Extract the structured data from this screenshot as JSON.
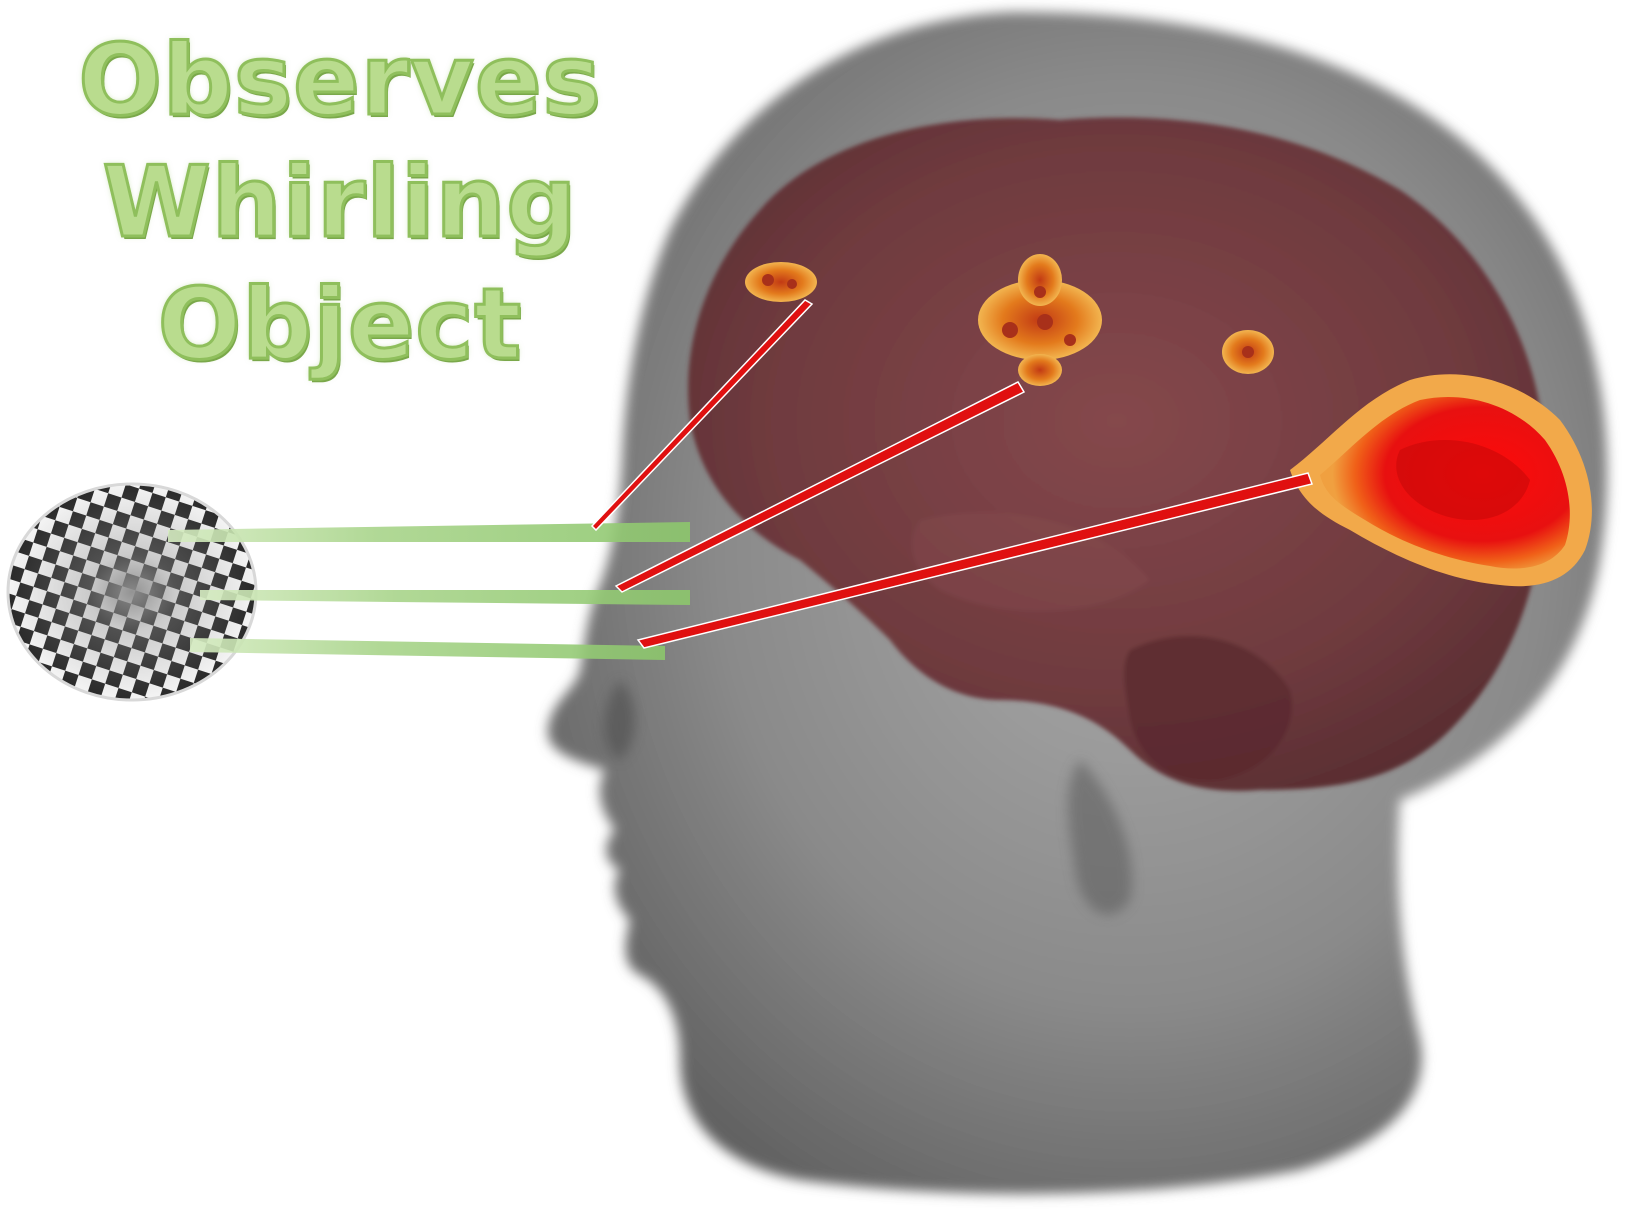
{
  "title_lines": [
    "Observes",
    "Whirling",
    "Object"
  ],
  "colors": {
    "title_fill": "#b9dc8e",
    "title_stroke": "#8fbf5c",
    "head": "#7a7a7a",
    "brain": "#6e3a3e",
    "activation_core": "#ff1010",
    "activation_edge": "#e8891f",
    "ray_green": "#9fcf7f",
    "ray_red": "#e01010"
  },
  "icons": {
    "stimulus": "checkerboard-disc",
    "subject": "head-profile-with-brain"
  }
}
